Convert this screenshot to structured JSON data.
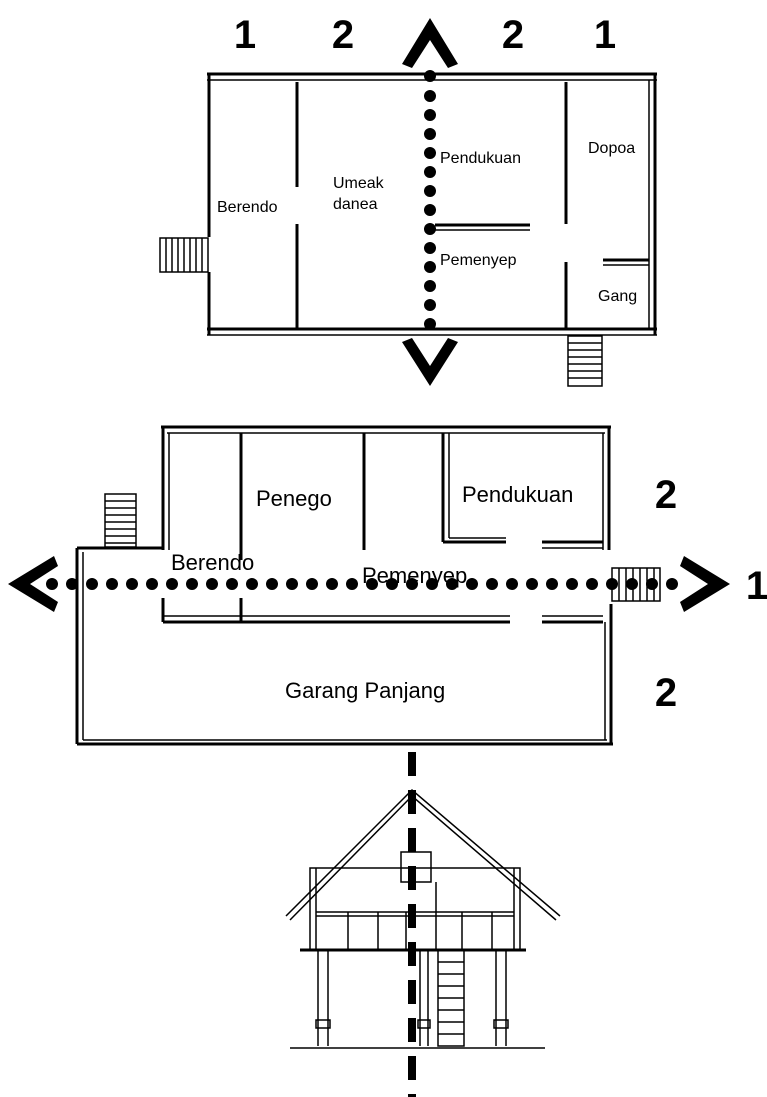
{
  "top_plan": {
    "zone_numbers": [
      "1",
      "2",
      "2",
      "1"
    ],
    "rooms": {
      "berendo": "Berendo",
      "umeak": "Umeak",
      "danea": "danea",
      "pendukuan": "Pendukuan",
      "dopoa": "Dopoa",
      "pemenyep": "Pemenyep",
      "gang": "Gang"
    }
  },
  "middle_plan": {
    "rooms": {
      "penego": "Penego",
      "pendukuan": "Pendukuan",
      "berendo": "Berendo",
      "pemenyep": "Pemenyep",
      "garang_panjang": "Garang Panjang"
    },
    "zone_right_upper": "2",
    "zone_axis_end": "1",
    "zone_right_lower": "2"
  }
}
